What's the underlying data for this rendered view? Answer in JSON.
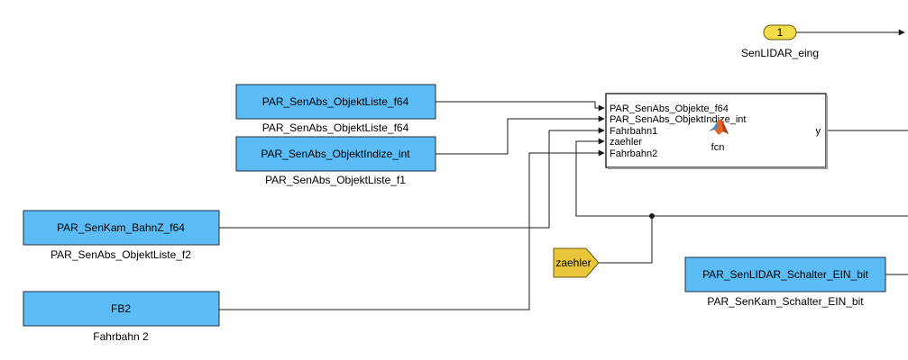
{
  "inport": {
    "number": "1",
    "label": "SenLIDAR_eing"
  },
  "constants": {
    "objektliste": {
      "value": "PAR_SenAbs_ObjektListe_f64",
      "label": "PAR_SenAbs_ObjektListe_f64"
    },
    "objektindize": {
      "value": "PAR_SenAbs_ObjektIndize_int",
      "label": "PAR_SenAbs_ObjektListe_f1"
    },
    "bahnz": {
      "value": "PAR_SenKam_BahnZ_f64",
      "label": "PAR_SenAbs_ObjektListe_f2"
    },
    "fb2": {
      "value": "FB2",
      "label": "Fahrbahn 2"
    },
    "schalter": {
      "value": "PAR_SenLIDAR_Schalter_EIN_bit",
      "label": "PAR_SenKam_Schalter_EIN_bit"
    }
  },
  "function_block": {
    "name": "fcn",
    "inputs": [
      "PAR_SenAbs_Objekte_f64",
      "PAR_SenAbs_ObjektIndize_int",
      "Fahrbahn1",
      "zaehler",
      "Fahrbahn2"
    ],
    "output": "y"
  },
  "goto_tag": {
    "label": "zaehler"
  },
  "colors": {
    "block": "#5bbcf6",
    "tag": "#e8c53a",
    "inport": "#f3dc4a"
  },
  "icons": {
    "matlab": "matlab-logo-icon"
  }
}
